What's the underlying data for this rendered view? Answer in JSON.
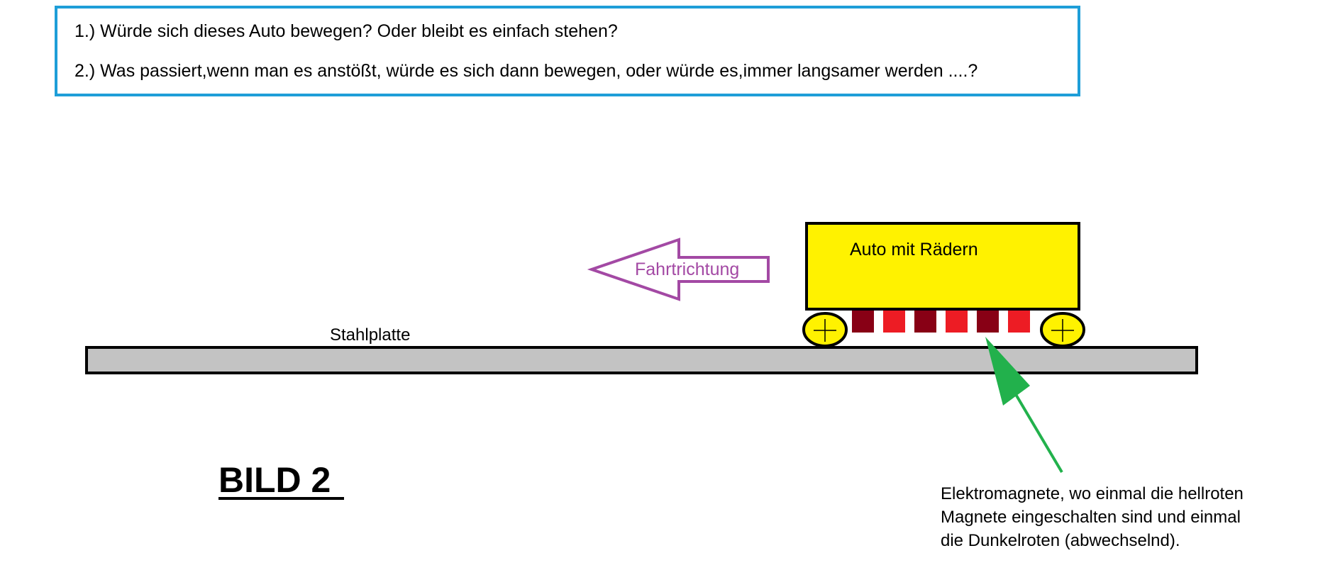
{
  "questions": {
    "q1": "1.) Würde sich dieses Auto bewegen? Oder bleibt es einfach stehen?",
    "q2": "2.) Was passiert,wenn man es anstößt, würde es sich dann bewegen, oder würde es,immer langsamer werden ....?"
  },
  "diagram": {
    "plate_label": "Stahlplatte",
    "car_label": "Auto mit Rädern",
    "direction_label": "Fahrtrichtung",
    "figure_label": "BILD 2",
    "magnet_note": {
      "line1": "Elektromagnete, wo einmal die hellroten",
      "line2": "Magnete eingeschalten sind und einmal",
      "line3": "die Dunkelroten (abwechselnd)."
    }
  },
  "colors": {
    "question_border": "#1e9ed8",
    "car_body": "#fff200",
    "wheel": "#fff200",
    "plate": "#c3c3c3",
    "magnet_dark": "#880015",
    "magnet_light": "#ed1c24",
    "direction_arrow": "#a349a4",
    "pointer_arrow": "#22b14c"
  },
  "magnets": [
    "dark",
    "light",
    "dark",
    "light",
    "dark",
    "light"
  ]
}
